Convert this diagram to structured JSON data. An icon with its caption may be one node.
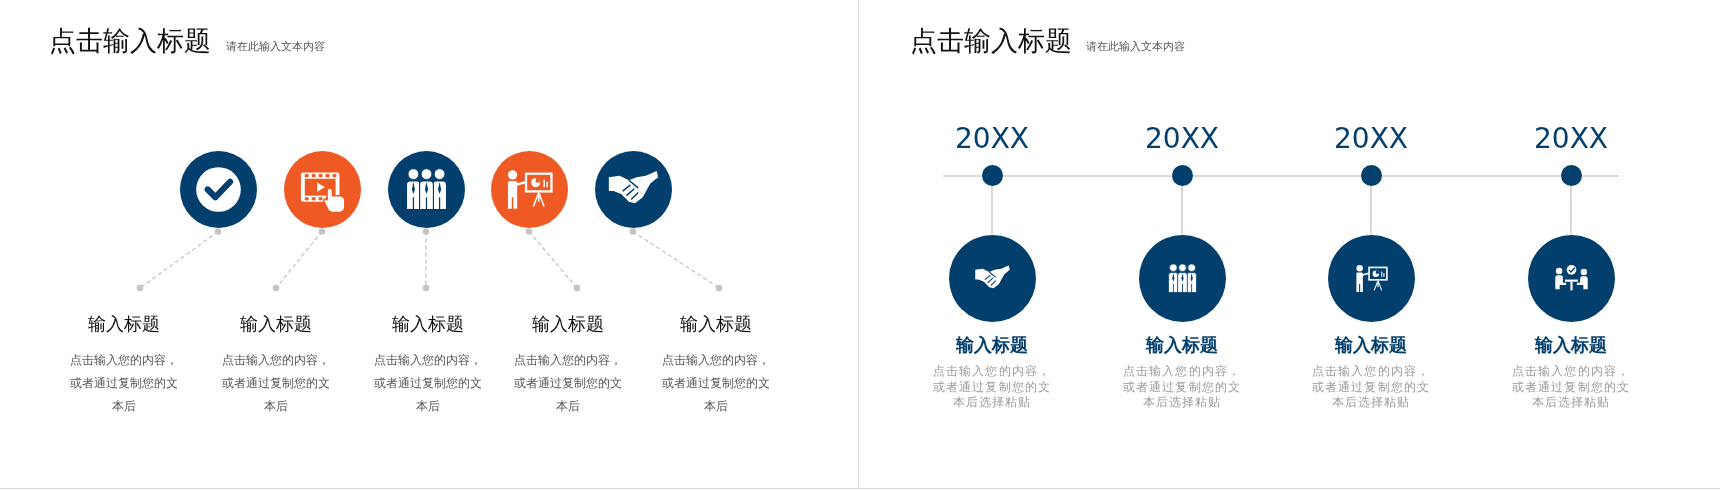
{
  "diagram": {
    "nodes": [
      {
        "text": [
          "点击输入标题",
          "请在此输入文本内容"
        ]
      },
      {
        "text": [],
        "shape": "circle",
        "in": 0
      },
      {
        "text": [],
        "shape": "circle",
        "in": 0
      },
      {
        "text": [],
        "shape": "circle",
        "in": 0
      },
      {
        "text": [],
        "shape": "circle",
        "in": 0
      },
      {
        "text": [],
        "shape": "circle",
        "in": 0
      },
      {
        "text": [
          "输入标题",
          "点击输入您的内容，或者通过复制您的文本后"
        ],
        "in": 0
      },
      {
        "text": [
          "输入标题",
          "点击输入您的内容，或者通过复制您的文本后"
        ],
        "in": 0
      },
      {
        "text": [
          "输入标题",
          "点击输入您的内容，或者通过复制您的文本后"
        ],
        "in": 0
      },
      {
        "text": [
          "输入标题",
          "点击输入您的内容，或者通过复制您的文本后"
        ],
        "in": 0
      },
      {
        "text": [
          "输入标题",
          "点击输入您的内容，或者通过复制您的文本后"
        ],
        "in": 0
      },
      {
        "text": [
          "点击输入标题",
          "请在此输入文本内容"
        ]
      },
      {
        "text": [
          "20XX"
        ],
        "in": 11
      },
      {
        "text": [
          "20XX"
        ],
        "in": 11
      },
      {
        "text": [
          "20XX"
        ],
        "in": 11
      },
      {
        "text": [
          "20XX"
        ],
        "in": 11
      },
      {
        "text": [],
        "shape": "circle",
        "in": 11,
        "beside": [
          "输入标题",
          "点击输入您的内容，或者通过复制您的文本后选择粘贴"
        ]
      },
      {
        "text": [],
        "shape": "circle",
        "in": 11,
        "beside": [
          "输入标题",
          "点击输入您的内容，或者通过复制您的文本后选择粘贴"
        ]
      },
      {
        "text": [],
        "shape": "circle",
        "in": 11,
        "beside": [
          "输入标题",
          "点击输入您的内容，或者通过复制您的文本后选择粘贴"
        ]
      },
      {
        "text": [],
        "shape": "circle",
        "in": 11,
        "beside": [
          "输入标题",
          "点击输入您的内容，或者通过复制您的文本后选择粘贴"
        ]
      }
    ],
    "edges": [
      {
        "from": 1,
        "to": 6,
        "arrow": "other",
        "style": "dashed"
      },
      {
        "from": 2,
        "to": 7,
        "arrow": "other",
        "style": "dashed"
      },
      {
        "from": 3,
        "to": 8,
        "arrow": "other",
        "style": "dashed"
      },
      {
        "from": 4,
        "to": 9,
        "arrow": "other",
        "style": "dashed"
      },
      {
        "from": 5,
        "to": 10,
        "arrow": "other",
        "style": "dashed"
      },
      {
        "from": 12,
        "to": 16,
        "arrow": "none"
      },
      {
        "from": 13,
        "to": 17,
        "arrow": "none"
      },
      {
        "from": 14,
        "to": 18,
        "arrow": "none"
      },
      {
        "from": 15,
        "to": 19,
        "arrow": "none"
      }
    ]
  }
}
